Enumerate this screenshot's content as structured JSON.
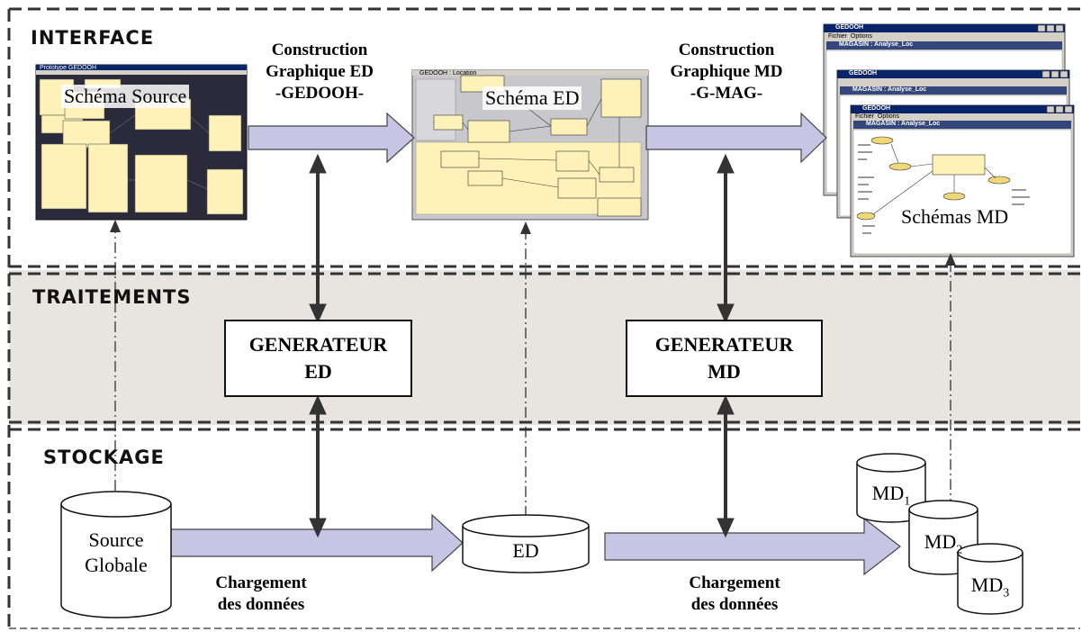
{
  "layers": {
    "interface": "INTERFACE",
    "traitements": "TRAITEMENTS",
    "stockage": "STOCKAGE"
  },
  "flows": {
    "construction_ed": [
      "Construction",
      "Graphique ED",
      "-GEDOOH-"
    ],
    "construction_md": [
      "Construction",
      "Graphique MD",
      "-G-MAG-"
    ],
    "chargement_1": [
      "Chargement",
      "des données"
    ],
    "chargement_2": [
      "Chargement",
      "des données"
    ]
  },
  "screenshots": {
    "source": "Schéma Source",
    "ed": "Schéma ED",
    "md": "Schémas MD",
    "md_window_title": "GEDOOH",
    "md_menu": [
      "Fichier",
      "Options"
    ],
    "md_subwindow": "MAGASIN : Analyse_Loc",
    "ed_window_title": "GEDOOH : Location",
    "source_window_title": "Prototype GEDOOH"
  },
  "generators": {
    "ed": [
      "GENERATEUR",
      "ED"
    ],
    "md": [
      "GENERATEUR",
      "MD"
    ]
  },
  "storage": {
    "source": [
      "Source",
      "Globale"
    ],
    "ed": "ED",
    "md1": {
      "base": "MD",
      "sub": "1"
    },
    "md2": {
      "base": "MD",
      "sub": "2"
    },
    "md3": {
      "base": "MD",
      "sub": "3"
    }
  },
  "colors": {
    "traitements_band": "#e8e4e0",
    "arrow_fill": "#c8c4e4",
    "source_bg": "#2a2a3a",
    "ed_bg": "#c8c8cc",
    "note_yellow": "#fff2b8",
    "win_blue": "#0a246a"
  }
}
